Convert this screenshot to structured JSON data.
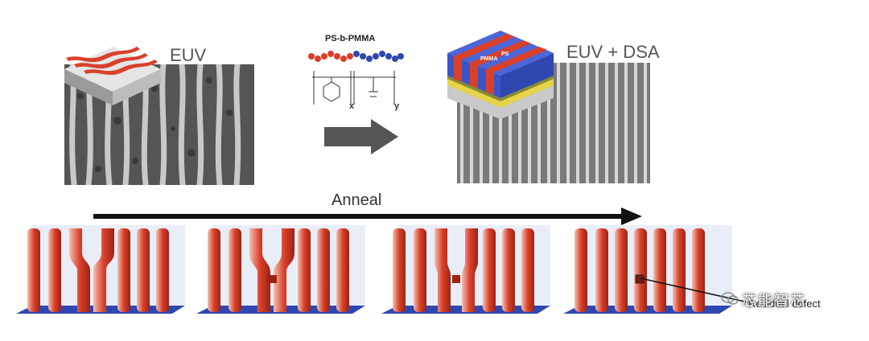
{
  "figure": {
    "left_label": "EUV",
    "right_label": "EUV + DSA",
    "polymer_label": "PS-b-PMMA",
    "chem_subscript_x": "x",
    "chem_subscript_y": "y",
    "cube_ps": "PS",
    "cube_pmma": "PMMA",
    "anneal_label": "Anneal",
    "defect_label": "Residual defect",
    "watermark": "芯能智芯"
  },
  "colors": {
    "red": "#d9402a",
    "blue": "#2f47b0",
    "gray_sem": "#6b6b6b",
    "arrow_gray": "#555555"
  }
}
